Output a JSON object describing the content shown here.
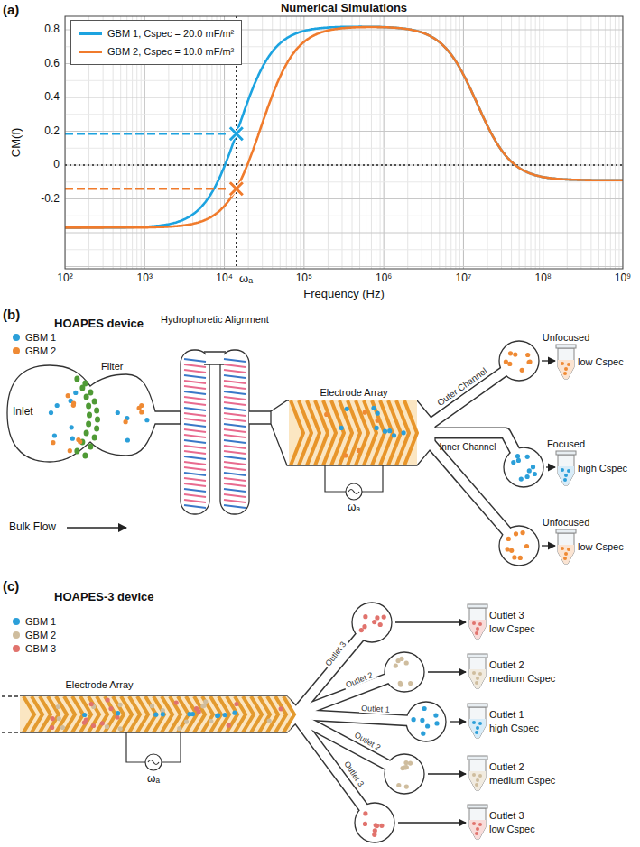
{
  "diagram": {
    "labels": [
      "(a)",
      "Numerical Simulations",
      "0.8",
      "0.6",
      "0.4",
      "0.2",
      "0",
      "-0.2",
      "CM(f)",
      "10²",
      "10³",
      "10⁴",
      "10⁵",
      "10⁶",
      "10⁷",
      "10⁸",
      "10⁹",
      "ωₐ",
      "Frequency (Hz)",
      "(b)",
      "HOAPES device",
      "Inlet",
      "Filter",
      "Hydrophoretic Alignment",
      "Electrode Array",
      "Outer Channel",
      "Inner Channel",
      "Bulk Flow",
      "ωₐ",
      "Unfocused",
      "low Cspec",
      "Focused",
      "high Cspec",
      "Unfocused",
      "low Cspec",
      "(c)",
      "HOAPES-3 device",
      "Electrode Array",
      "ωₐ",
      "Outlet 3",
      "Outlet 2",
      "Outlet 1",
      "Outlet 2",
      "Outlet 3",
      "Outlet 3",
      "low Cspec",
      "Outlet 2",
      "medium Cspec",
      "Outlet 1",
      "high Cspec",
      "Outlet 2",
      "medium Cspec",
      "Outlet 3",
      "low Cspec"
    ],
    "legend": [
      {
        "text": "GBM 1, Cspec = 20.0 mF/m²",
        "color": "#1ca3e0"
      },
      {
        "text": "GBM 2, Cspec = 10.0 mF/m²",
        "color": "#f07b2c"
      },
      {
        "text": "GBM 1",
        "color": "#2b9fd9"
      },
      {
        "text": "GBM 2",
        "color": "#ef8a34"
      },
      {
        "text": "GBM 1",
        "color": "#2b9fd9"
      },
      {
        "text": "GBM 2",
        "color": "#cfbd9e"
      },
      {
        "text": "GBM 3",
        "color": "#e1736d"
      }
    ]
  }
}
